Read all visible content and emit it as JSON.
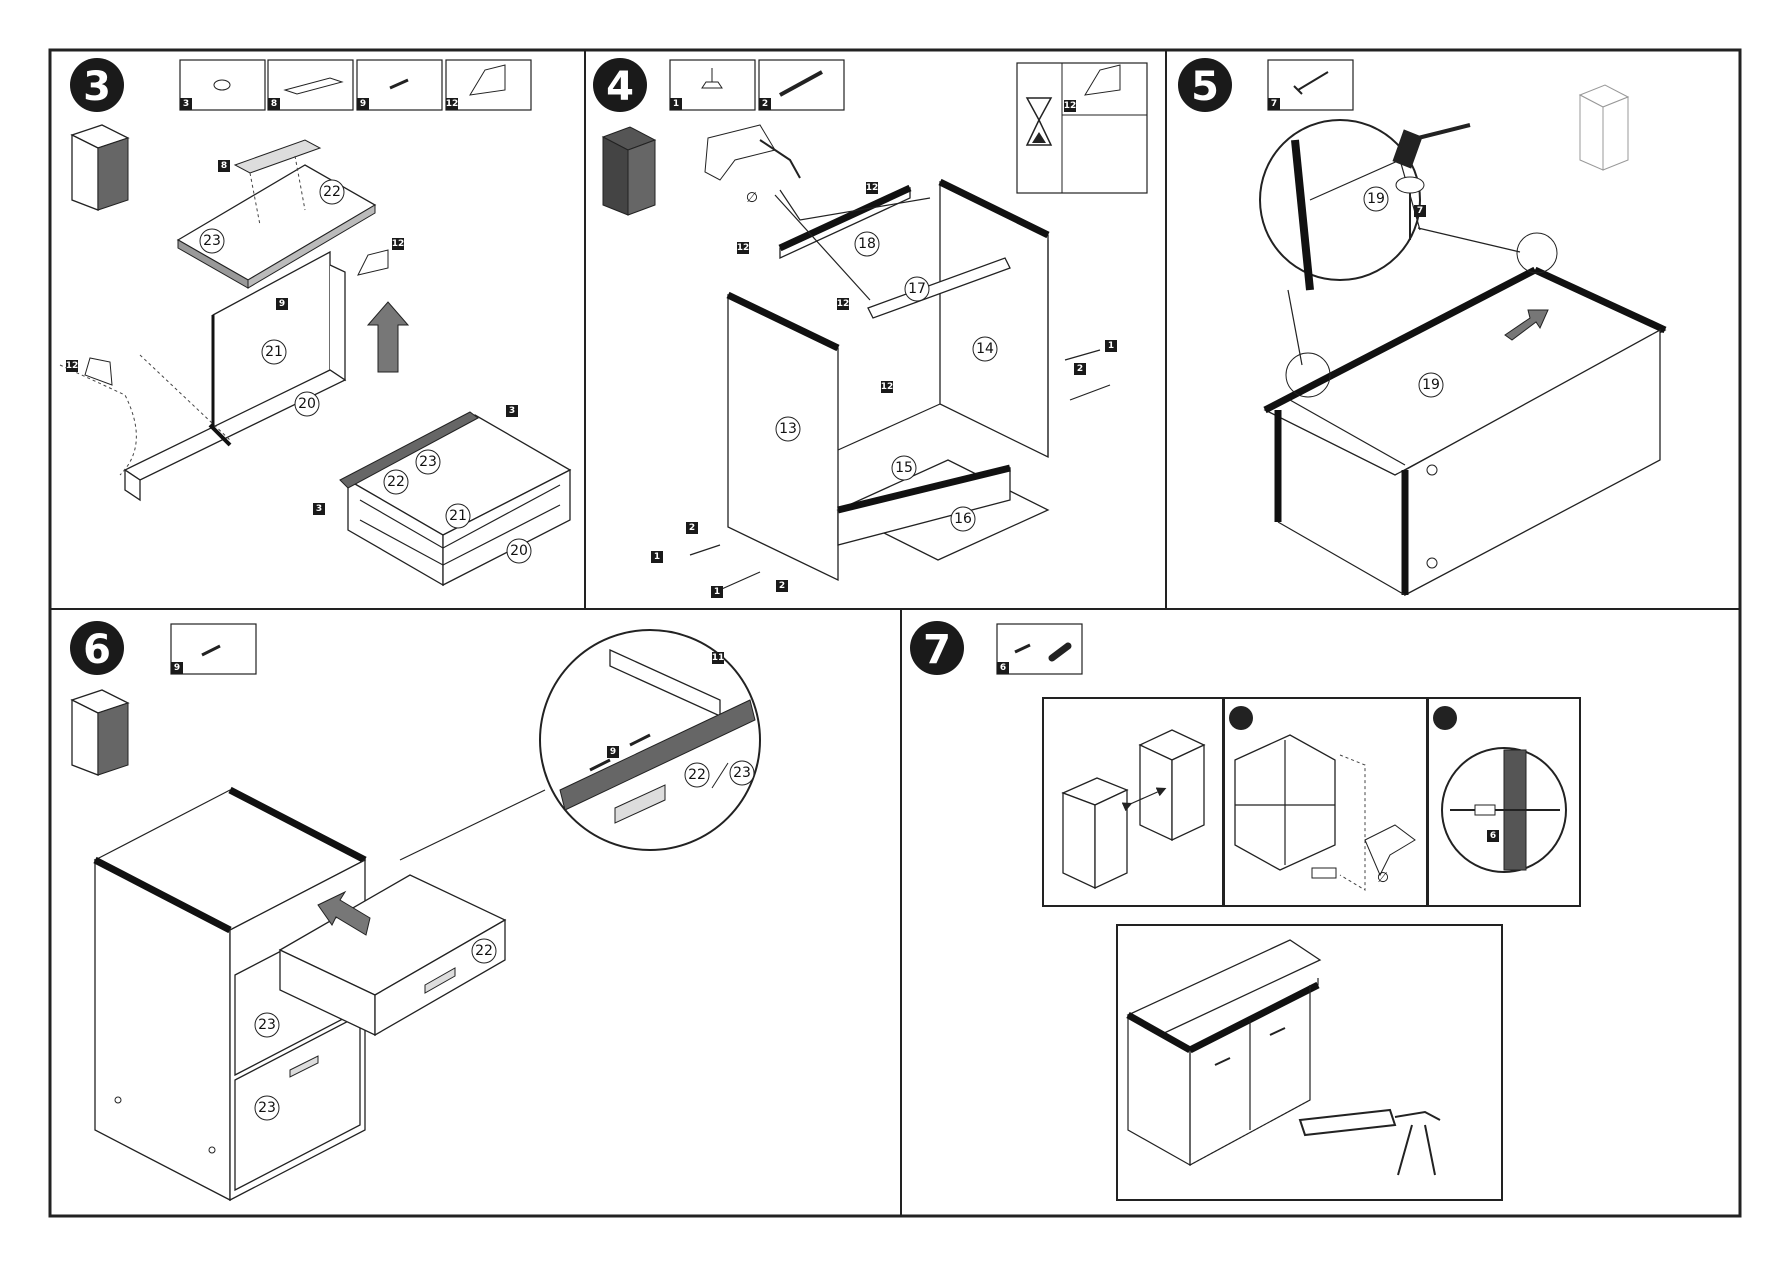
{
  "steps": [
    {
      "number": "3",
      "parts": [
        "3",
        "8",
        "9",
        "12"
      ],
      "labels": [
        "8",
        "22",
        "23",
        "9",
        "12",
        "21",
        "20",
        "12",
        "3",
        "22",
        "23",
        "21",
        "3",
        "20"
      ]
    },
    {
      "number": "4",
      "parts": [
        "1",
        "2"
      ],
      "wait_part": "12",
      "labels": [
        "12",
        "18",
        "12",
        "17",
        "12",
        "14",
        "1",
        "2",
        "12",
        "13",
        "15",
        "16",
        "2",
        "1",
        "1",
        "2"
      ]
    },
    {
      "number": "5",
      "parts": [
        "7"
      ],
      "labels": [
        "19",
        "7",
        "19"
      ]
    },
    {
      "number": "6",
      "parts": [
        "9"
      ],
      "labels": [
        "11",
        "9",
        "22",
        "23",
        "22",
        "23",
        "23"
      ]
    },
    {
      "number": "7",
      "parts": [
        "6"
      ],
      "labels": [
        "6"
      ]
    }
  ],
  "colors": {
    "frame": "#222222",
    "badge": "#1a1a1a",
    "panel": "#ffffff"
  },
  "icons": [
    "drill-icon",
    "hammer-icon",
    "hourglass-icon",
    "silicone-gun-icon",
    "arrow-icon",
    "screw-icon",
    "dowel-icon",
    "adjustable-foot-icon",
    "nail-icon",
    "glue-bottle-icon",
    "handle-icon"
  ]
}
